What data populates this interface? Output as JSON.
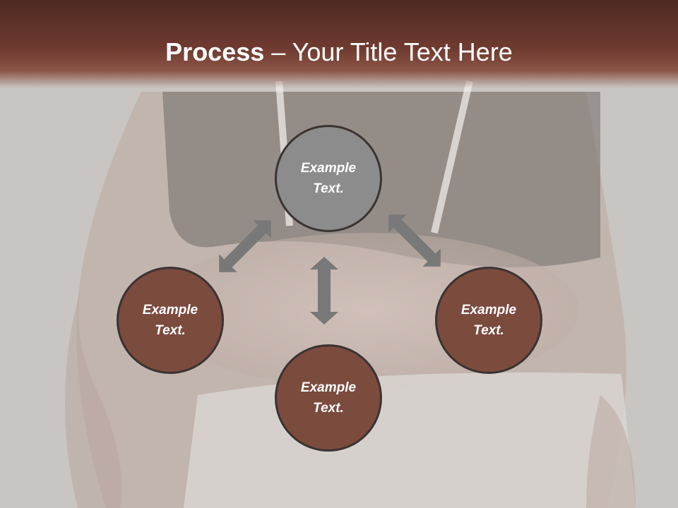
{
  "slide": {
    "title_bold": "Process",
    "title_rest": " – Your Title Text Here"
  },
  "colors": {
    "title_band": "#6f3b30",
    "node_gray": "#8c8c8c",
    "node_brown": "#7b4b3e",
    "arrow": "#787878"
  },
  "nodes": {
    "top": "Example\nText.",
    "left": "Example\nText.",
    "right": "Example\nText.",
    "bottom": "Example\nText."
  },
  "icons": [
    "diagonal-double-arrow-icon",
    "vertical-double-arrow-icon"
  ]
}
